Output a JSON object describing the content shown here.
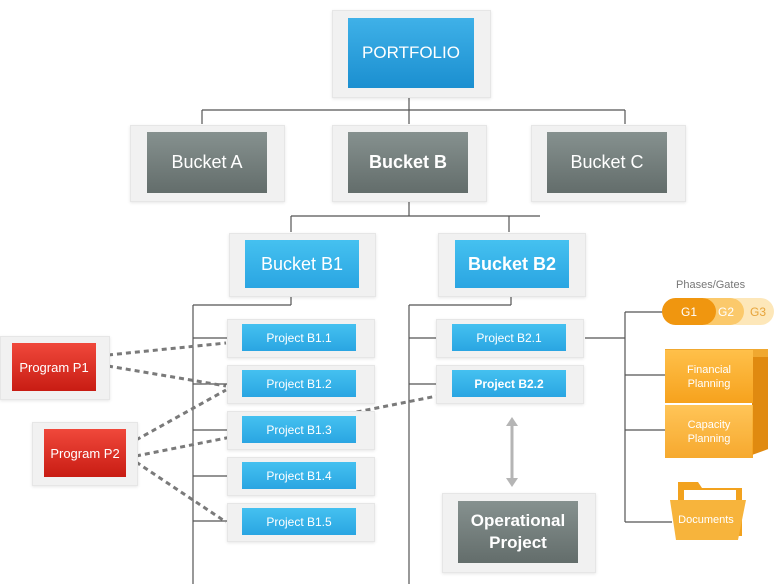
{
  "portfolio": "PORTFOLIO",
  "buckets": [
    "Bucket A",
    "Bucket B",
    "Bucket C"
  ],
  "sub_buckets": [
    "Bucket B1",
    "Bucket B2"
  ],
  "projects_b1": [
    "Project B1.1",
    "Project B1.2",
    "Project B1.3",
    "Project B1.4",
    "Project B1.5"
  ],
  "projects_b2": [
    "Project B2.1",
    "Project B2.2"
  ],
  "programs": [
    "Program P1",
    "Program P2"
  ],
  "operational": "Operational Project",
  "phases": {
    "title": "Phases/Gates",
    "gates": [
      "G1",
      "G2",
      "G3"
    ]
  },
  "planning": [
    "Financial Planning",
    "Capacity Planning"
  ],
  "documents": "Documents",
  "colors": {
    "portfolio": "#1b8fd0",
    "bucket": "#6f7a78",
    "project": "#2aa5e2",
    "program": "#d9261c",
    "planning": "#f6a21d",
    "connector": "#555555",
    "program_link": "#7a7a7a"
  }
}
